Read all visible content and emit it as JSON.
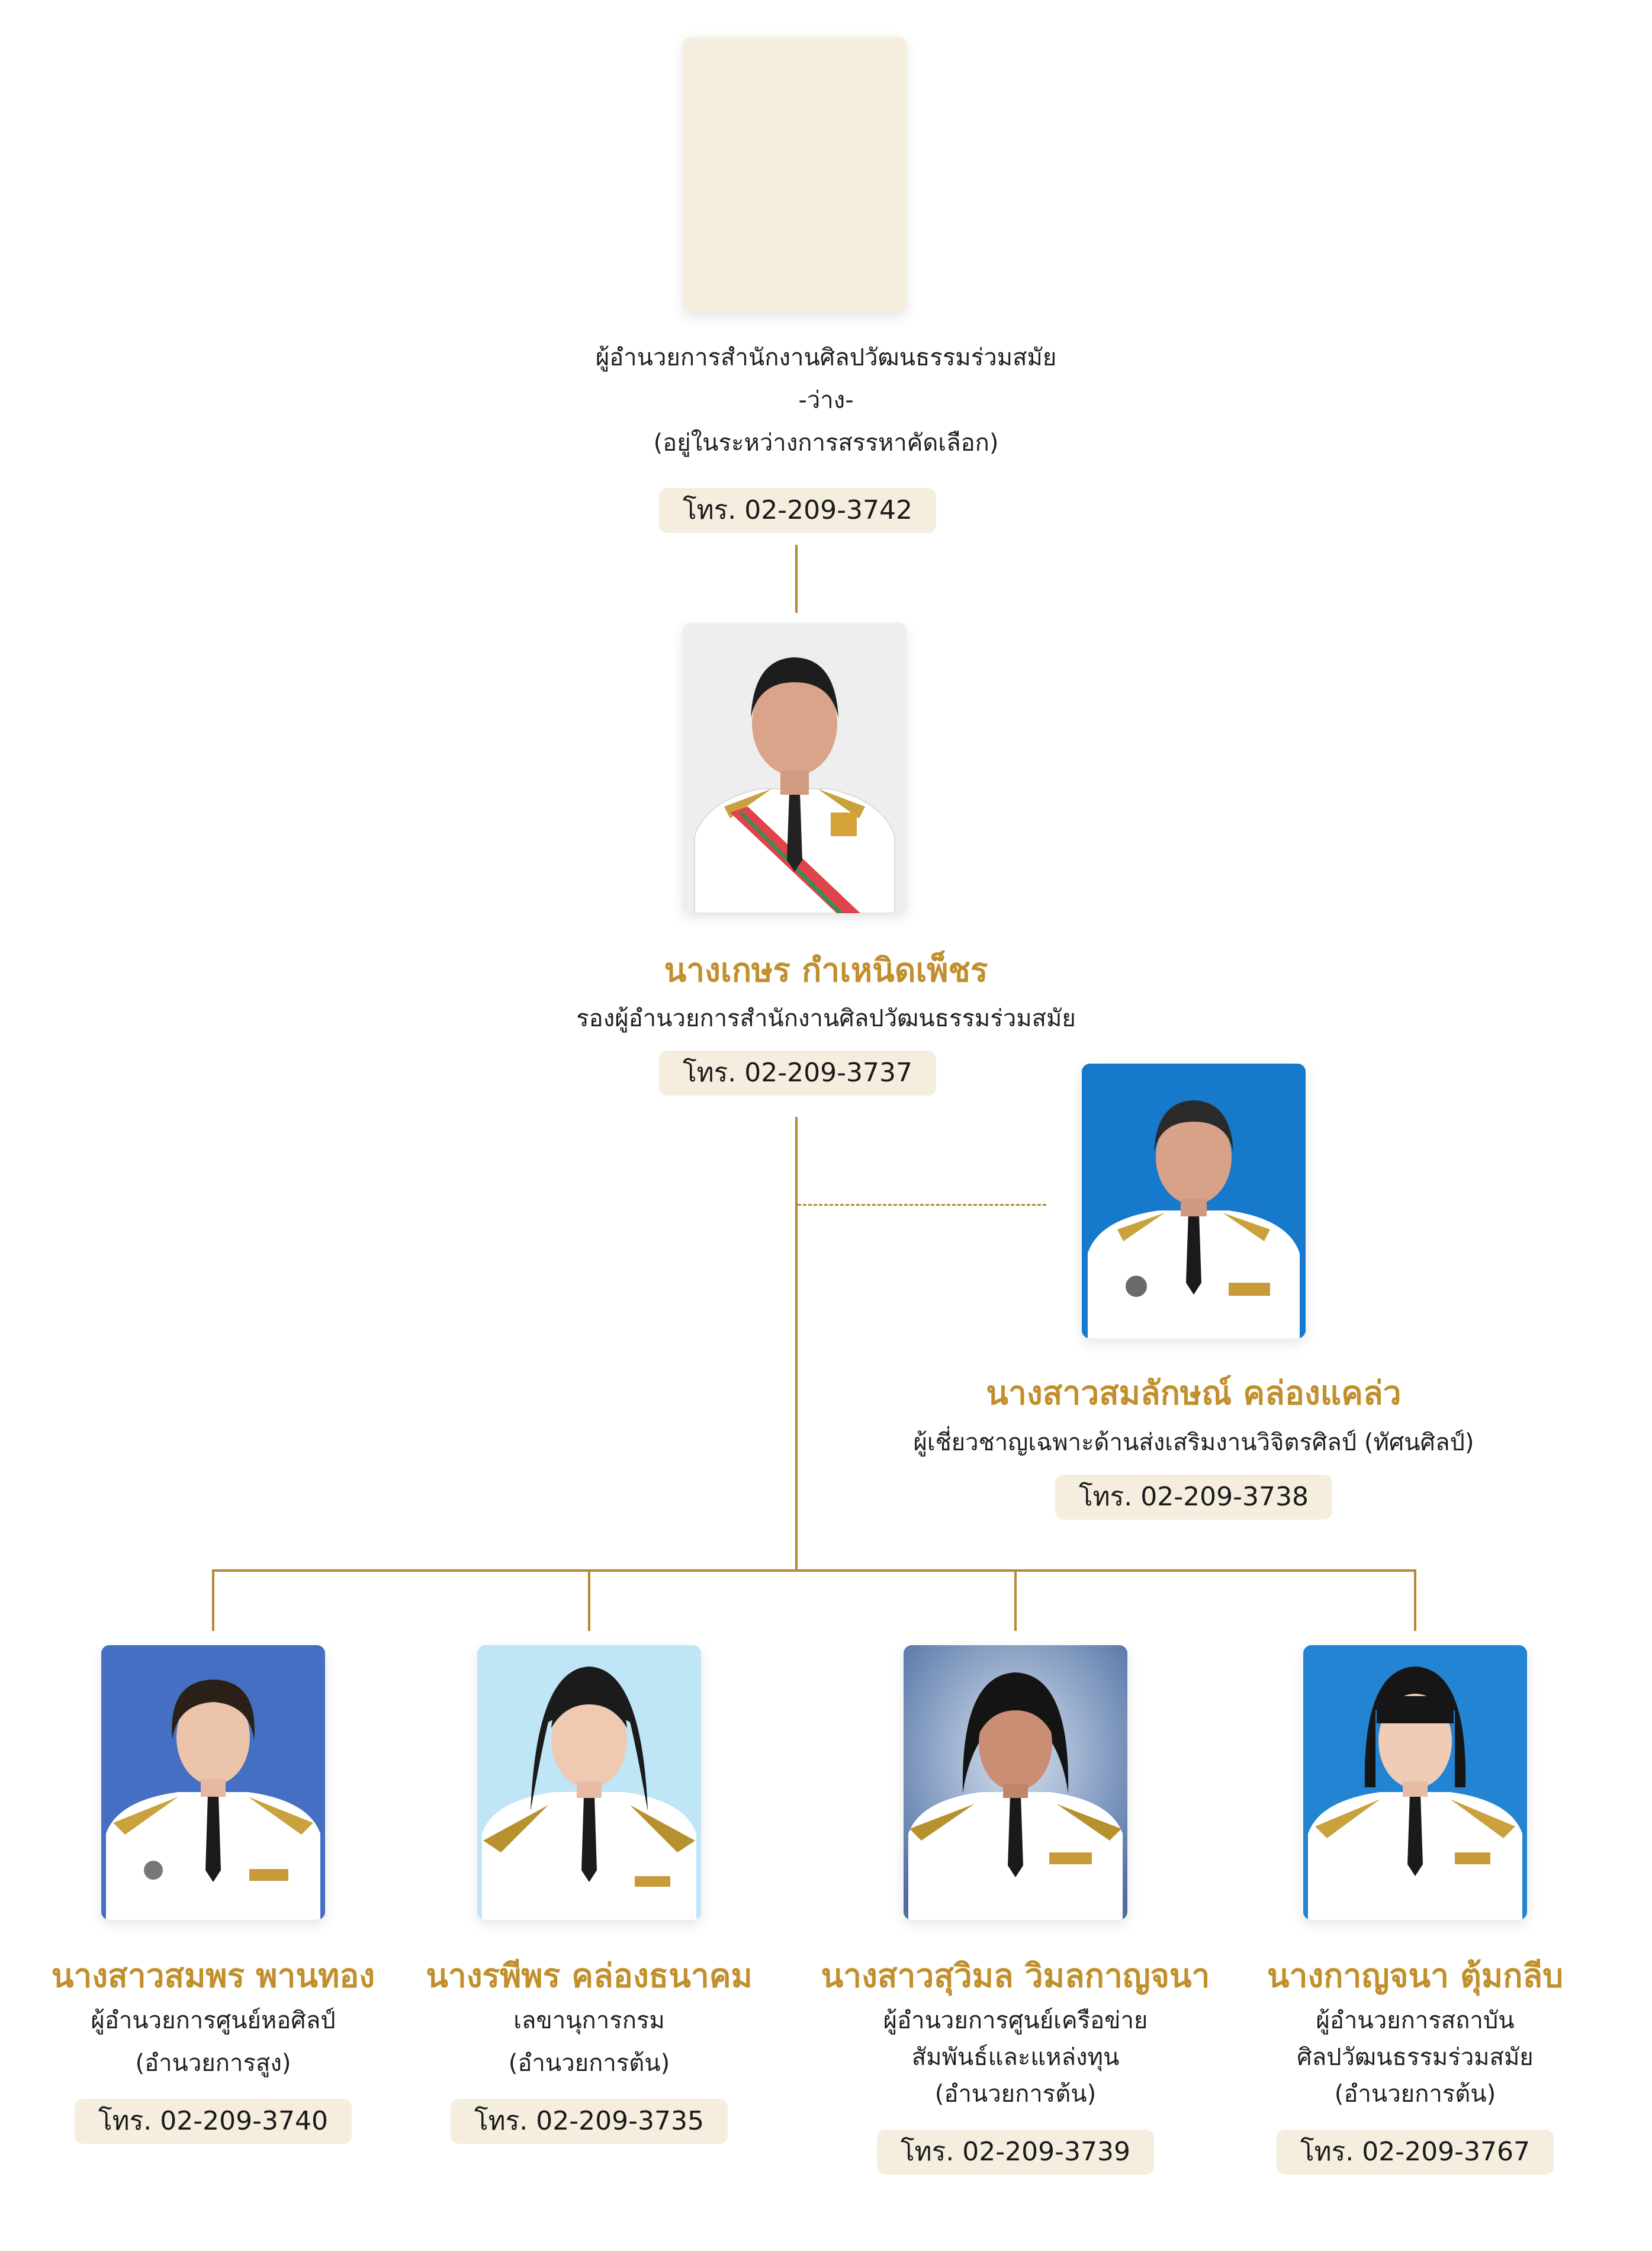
{
  "accent_color": "#c18f2c",
  "phone_bg": "#f5eedf",
  "top": {
    "role": "ผู้อำนวยการสำนักงานศิลปวัฒนธรรมร่วมสมัย",
    "status": "-ว่าง-",
    "note": "(อยู่ในระหว่างการสรรหาคัดเลือก)",
    "phone": "โทร. 02-209-3742"
  },
  "deputy": {
    "name": "นางเกษร กำเหนิดเพ็ชร",
    "role": "รองผู้อำนวยการสำนักงานศิลปวัฒนธรรมร่วมสมัย",
    "phone": "โทร. 02-209-3737"
  },
  "expert": {
    "name": "นางสาวสมลักษณ์ คล่องแคล่ว",
    "role": "ผู้เชี่ยวชาญเฉพาะด้านส่งเสริมงานวิจิตรศิลป์ (ทัศนศิลป์)",
    "phone": "โทร. 02-209-3738"
  },
  "staff": [
    {
      "name": "นางสาวสมพร พานทอง",
      "role_lines": [
        "ผู้อำนวยการศูนย์หอศิลป์",
        "(อำนวยการสูง)"
      ],
      "phone": "โทร. 02-209-3740"
    },
    {
      "name": "นางรพีพร คล่องธนาคม",
      "role_lines": [
        "เลขานุการกรม",
        "(อำนวยการต้น)"
      ],
      "phone": "โทร. 02-209-3735"
    },
    {
      "name": "นางสาวสุวิมล วิมลกาญจนา",
      "role_lines": [
        "ผู้อำนวยการศูนย์เครือข่าย",
        "สัมพันธ์และแหล่งทุน",
        "(อำนวยการต้น)"
      ],
      "phone": "โทร. 02-209-3739"
    },
    {
      "name": "นางกาญจนา ตุ้มกลีบ",
      "role_lines": [
        "ผู้อำนวยการสถาบัน",
        "ศิลปวัฒนธรรมร่วมสมัย",
        "(อำนวยการต้น)"
      ],
      "phone": "โทร. 02-209-3767"
    }
  ]
}
